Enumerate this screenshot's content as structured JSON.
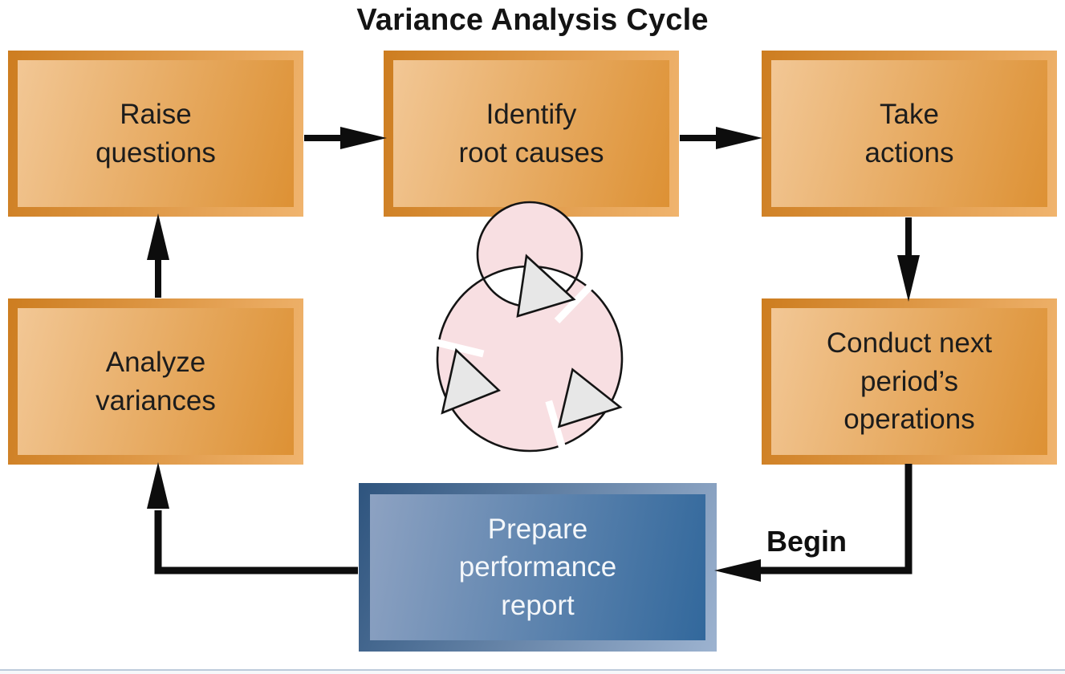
{
  "title": "Variance Analysis Cycle",
  "diagram": {
    "nodes": {
      "raise_questions": {
        "label": "Raise\nquestions"
      },
      "identify_root_causes": {
        "label": "Identify\nroot causes"
      },
      "take_actions": {
        "label": "Take\nactions"
      },
      "analyze_variances": {
        "label": "Analyze\nvariances"
      },
      "conduct_next_period": {
        "label": "Conduct next\nperiod’s\noperations"
      },
      "prepare_performance_report": {
        "label": "Prepare\nperformance\nreport"
      }
    },
    "annotations": {
      "begin": "Begin"
    },
    "flow": [
      "Conduct next period’s operations → (Begin) → Prepare performance report → Analyze variances → Raise questions → Identify root causes → Take actions → Conduct next period’s operations"
    ],
    "icons": {
      "center": "cycle-arrows-icon"
    },
    "colors": {
      "orange_border_dark": "#cd7d20",
      "orange_border_light": "#f0b46e",
      "orange_fill_light": "#f2c795",
      "orange_fill_dark": "#dd9134",
      "blue_border_dark": "#2e547e",
      "blue_border_light": "#9db3d0",
      "blue_fill_light": "#8da2c2",
      "blue_fill_dark": "#32689c",
      "arrow": "#0d0d0d",
      "ring_pink": "#f8dfe2",
      "arrow_gray": "#e7e7e7",
      "footer_rule": "#bccadb"
    }
  }
}
